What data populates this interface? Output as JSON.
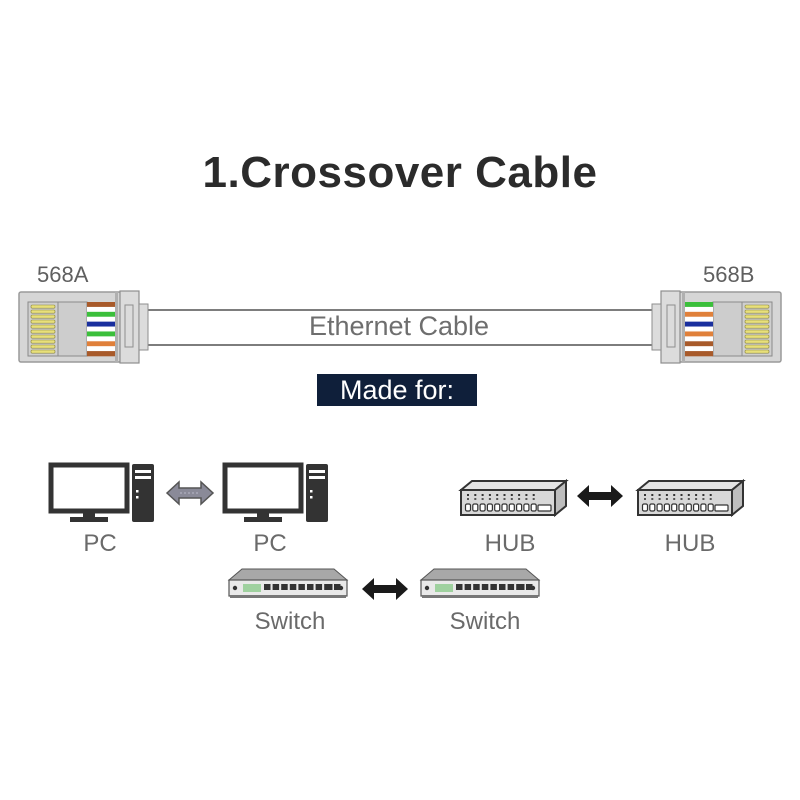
{
  "title": "1.Crossover Cable",
  "cable": {
    "label": "Ethernet Cable",
    "left_standard": "568A",
    "right_standard": "568B",
    "left_wire_colors": [
      "#a85a2a",
      "#ffffff",
      "#3bbf3b",
      "#ffffff",
      "#1a2f9e",
      "#ffffff",
      "#3bbf3b",
      "#ffffff",
      "#e0803a",
      "#ffffff",
      "#a85a2a"
    ],
    "right_wire_colors": [
      "#3bbf3b",
      "#ffffff",
      "#e0803a",
      "#ffffff",
      "#1a2f9e",
      "#ffffff",
      "#e0803a",
      "#ffffff",
      "#a85a2a",
      "#ffffff",
      "#a85a2a"
    ]
  },
  "made_for_label": "Made for:",
  "connections": [
    {
      "left": {
        "icon": "pc-icon",
        "label": "PC"
      },
      "right": {
        "icon": "pc-icon",
        "label": "PC"
      },
      "arrow": "double-arrow-icon"
    },
    {
      "left": {
        "icon": "hub-icon",
        "label": "HUB"
      },
      "right": {
        "icon": "hub-icon",
        "label": "HUB"
      },
      "arrow": "double-arrow-icon"
    },
    {
      "left": {
        "icon": "switch-icon",
        "label": "Switch"
      },
      "right": {
        "icon": "switch-icon",
        "label": "Switch"
      },
      "arrow": "double-arrow-icon"
    }
  ],
  "colors": {
    "title": "#2b2b2b",
    "made_for_bg": "#0f1f3a",
    "label_gray": "#6a6a6a",
    "connector_gray": "#d4d4d4",
    "contact_yellow": "#e8e07a"
  }
}
